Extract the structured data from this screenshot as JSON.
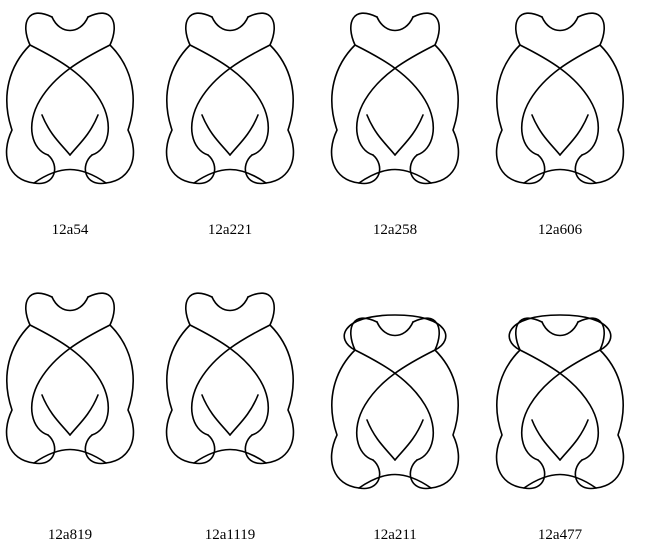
{
  "figure": {
    "knots": [
      {
        "label": "12a54",
        "cap": false
      },
      {
        "label": "12a221",
        "cap": false
      },
      {
        "label": "12a258",
        "cap": false
      },
      {
        "label": "12a606",
        "cap": false
      },
      {
        "label": "12a819",
        "cap": false
      },
      {
        "label": "12a1119",
        "cap": false
      },
      {
        "label": "12a211",
        "cap": true
      },
      {
        "label": "12a477",
        "cap": true
      }
    ]
  }
}
